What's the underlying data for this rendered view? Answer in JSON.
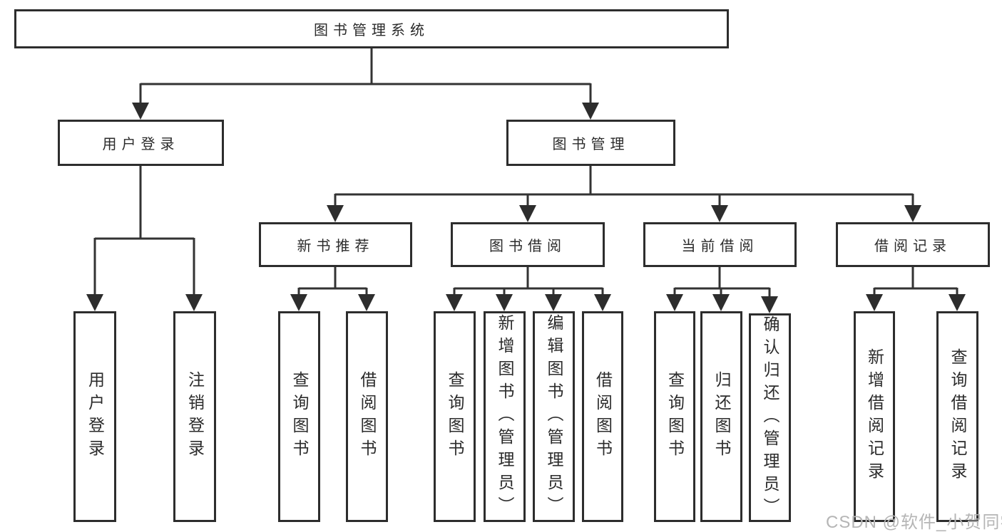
{
  "diagram": {
    "kind": "hierarchy-diagram",
    "watermark": "CSDN @软件_小贺同学",
    "colors": {
      "background": "#ffffff",
      "line": "#333333",
      "box_border": "#2d2d2d",
      "text": "#2b2b2b",
      "watermark": "#b5b5b5"
    },
    "tree": {
      "label": "图书管理系统",
      "children": [
        {
          "label": "用户登录",
          "children": [
            {
              "label": "用户登录"
            },
            {
              "label": "注销登录"
            }
          ]
        },
        {
          "label": "图书管理",
          "children": [
            {
              "label": "新书推荐",
              "children": [
                {
                  "label": "查询图书"
                },
                {
                  "label": "借阅图书"
                }
              ]
            },
            {
              "label": "图书借阅",
              "children": [
                {
                  "label": "查询图书"
                },
                {
                  "label": "新增图书（管理员）"
                },
                {
                  "label": "编辑图书（管理员）"
                },
                {
                  "label": "借阅图书"
                }
              ]
            },
            {
              "label": "当前借阅",
              "children": [
                {
                  "label": "查询图书"
                },
                {
                  "label": "归还图书"
                },
                {
                  "label": "确认归还（管理员）"
                }
              ]
            },
            {
              "label": "借阅记录",
              "children": [
                {
                  "label": "新增借阅记录"
                },
                {
                  "label": "查询借阅记录"
                }
              ]
            }
          ]
        }
      ]
    }
  }
}
